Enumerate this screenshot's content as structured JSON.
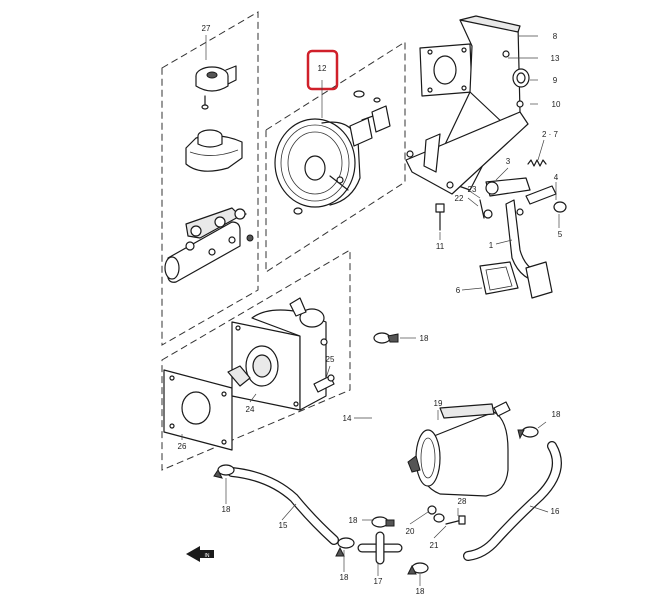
{
  "labels": {
    "p1": "1",
    "p2_7": "2 · 7",
    "p3": "3",
    "p4": "4",
    "p5": "5",
    "p6": "6",
    "p8": "8",
    "p9": "9",
    "p10": "10",
    "p11": "11",
    "p12": "12",
    "p13": "13",
    "p14": "14",
    "p15": "15",
    "p16": "16",
    "p17": "17",
    "p18a": "18",
    "p18b": "18",
    "p18c": "18",
    "p18d": "18",
    "p18e": "18",
    "p18f": "18",
    "p19": "19",
    "p20": "20",
    "p21": "21",
    "p22": "22",
    "p23": "23",
    "p24": "24",
    "p25": "25",
    "p26": "26",
    "p27": "27",
    "p28": "28",
    "in_arrow": "IN"
  },
  "highlight": {
    "part": "12",
    "color": "#d0202a"
  }
}
